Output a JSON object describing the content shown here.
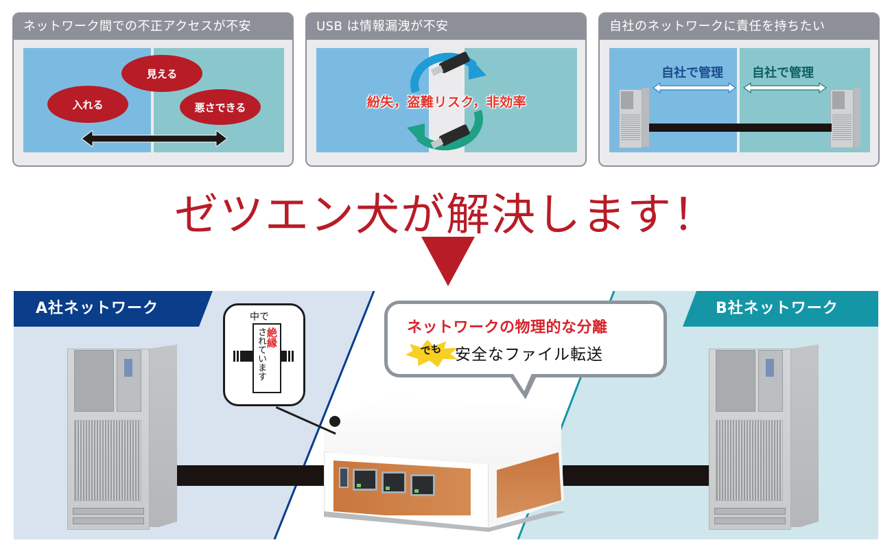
{
  "cards": [
    {
      "title": "ネットワーク間での不正アクセスが不安",
      "ovals": [
        "見える",
        "入れる",
        "悪さできる"
      ]
    },
    {
      "title": "USB は情報漏洩が不安",
      "risk_text": "紛失，盗難リスク，非効率"
    },
    {
      "title": "自社のネットワークに責任を持ちたい",
      "manage_left": "自社で管理",
      "manage_right": "自社で管理"
    }
  ],
  "headline": "ゼツエン犬が解決します！",
  "bottom": {
    "network_a_label": "A社ネットワーク",
    "network_b_label": "B社ネットワーク",
    "insulation_callout": {
      "top": "中で",
      "highlight": "絶縁",
      "rest": "されています"
    },
    "bubble": {
      "title": "ネットワークの物理的な分離",
      "burst": "でも",
      "subtitle": "安全なファイル転送"
    }
  },
  "colors": {
    "accent_red": "#b81c27",
    "risk_red": "#e3352b",
    "header_gray": "#8e9099",
    "pane_blue": "#7cbbe1",
    "pane_teal": "#8ac7cc",
    "network_a": "#0a3d8a",
    "network_b": "#1596a6",
    "manage_left": "#1a4a8a",
    "manage_right": "#0e5e5e",
    "burst_yellow": "#f7cf25"
  }
}
